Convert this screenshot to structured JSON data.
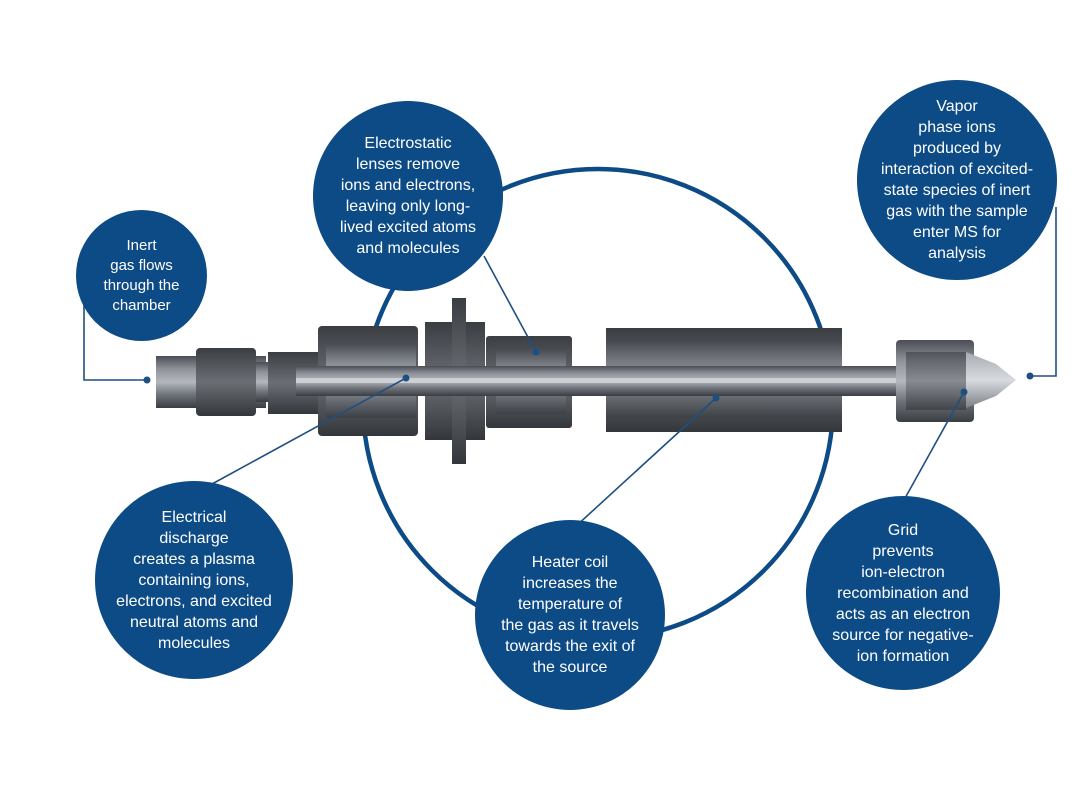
{
  "colors": {
    "bubble": "#0d4b86",
    "ring": "#0d4b86",
    "leader": "#1f4f80",
    "metal_light": "#8e9299",
    "metal_mid": "#60646b",
    "metal_dark": "#3a3d42",
    "background": "#ffffff"
  },
  "callouts": {
    "inert_gas": "Inert\ngas flows\nthrough the\nchamber",
    "electrostatic_lenses": "Electrostatic\nlenses remove\nions and electrons,\nleaving only long-\nlived excited atoms\nand molecules",
    "vapor_phase_ions": "Vapor\nphase ions\nproduced by\ninteraction of excited-\nstate species of inert\ngas with the sample\nenter MS for\nanalysis",
    "electrical_discharge": "Electrical\ndischarge\ncreates a plasma\ncontaining ions,\nelectrons, and excited\nneutral atoms and\nmolecules",
    "heater_coil": "Heater coil\nincreases the\ntemperature of\nthe gas as it travels\ntowards the exit of\nthe source",
    "grid": "Grid\nprevents\nion-electron\nrecombination and\nacts as an electron\nsource for negative-\nion formation"
  }
}
